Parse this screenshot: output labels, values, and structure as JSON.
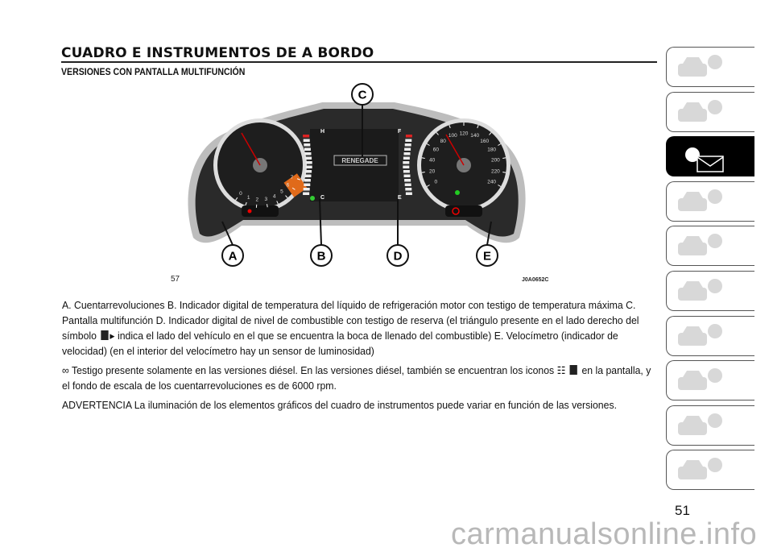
{
  "header": {
    "title": "CUADRO E INSTRUMENTOS DE A BORDO",
    "subtitle": "VERSIONES CON PANTALLA MULTIFUNCIÓN"
  },
  "figure": {
    "number": "57",
    "code": "J0A0652C",
    "callouts": [
      "A",
      "B",
      "C",
      "D",
      "E"
    ],
    "tach_labels": [
      "0",
      "1",
      "2",
      "3",
      "4",
      "5",
      "6",
      "7"
    ],
    "speed_labels": [
      "0",
      "20",
      "40",
      "60",
      "80",
      "100",
      "120",
      "140",
      "160",
      "180",
      "200",
      "220",
      "240"
    ],
    "temp_labels": {
      "hot": "H",
      "cold": "C"
    },
    "fuel_labels": {
      "full": "F",
      "empty": "E"
    },
    "display_text": "RENEGADE"
  },
  "body": {
    "para1": "A. Cuentarrevoluciones B. Indicador digital de temperatura del líquido de refrigeración motor con testigo de temperatura máxima C. Pantalla multifunción D. Indicador digital de nivel de combustible con testigo de reserva (el triángulo presente en el lado derecho del símbolo",
    "para1b": "indica el lado del vehículo en el que se encuentra la boca de llenado del combustible) E. Velocímetro (indicador de velocidad) (en el interior del velocímetro hay un sensor de luminosidad)",
    "para2a": "Testigo presente solamente en las versiones diésel. En las versiones diésel, también se encuentran los iconos",
    "para2b": "en la pantalla, y el fondo de escala de los cuentarrevoluciones es de 6000 rpm.",
    "para3": "ADVERTENCIA La iluminación de los elementos gráficos del cuadro de instrumentos puede variar en función de las versiones."
  },
  "sidebar": {
    "tabs": [
      "car-search",
      "car-info",
      "warning-lights-message",
      "airbag-seat",
      "key-steering-wheel",
      "car-hazard",
      "car-service",
      "specifications-gear",
      "multimedia",
      "index"
    ],
    "active_index": 2
  },
  "footer": {
    "page_number": "51",
    "watermark": "carmanualsonline.info"
  }
}
